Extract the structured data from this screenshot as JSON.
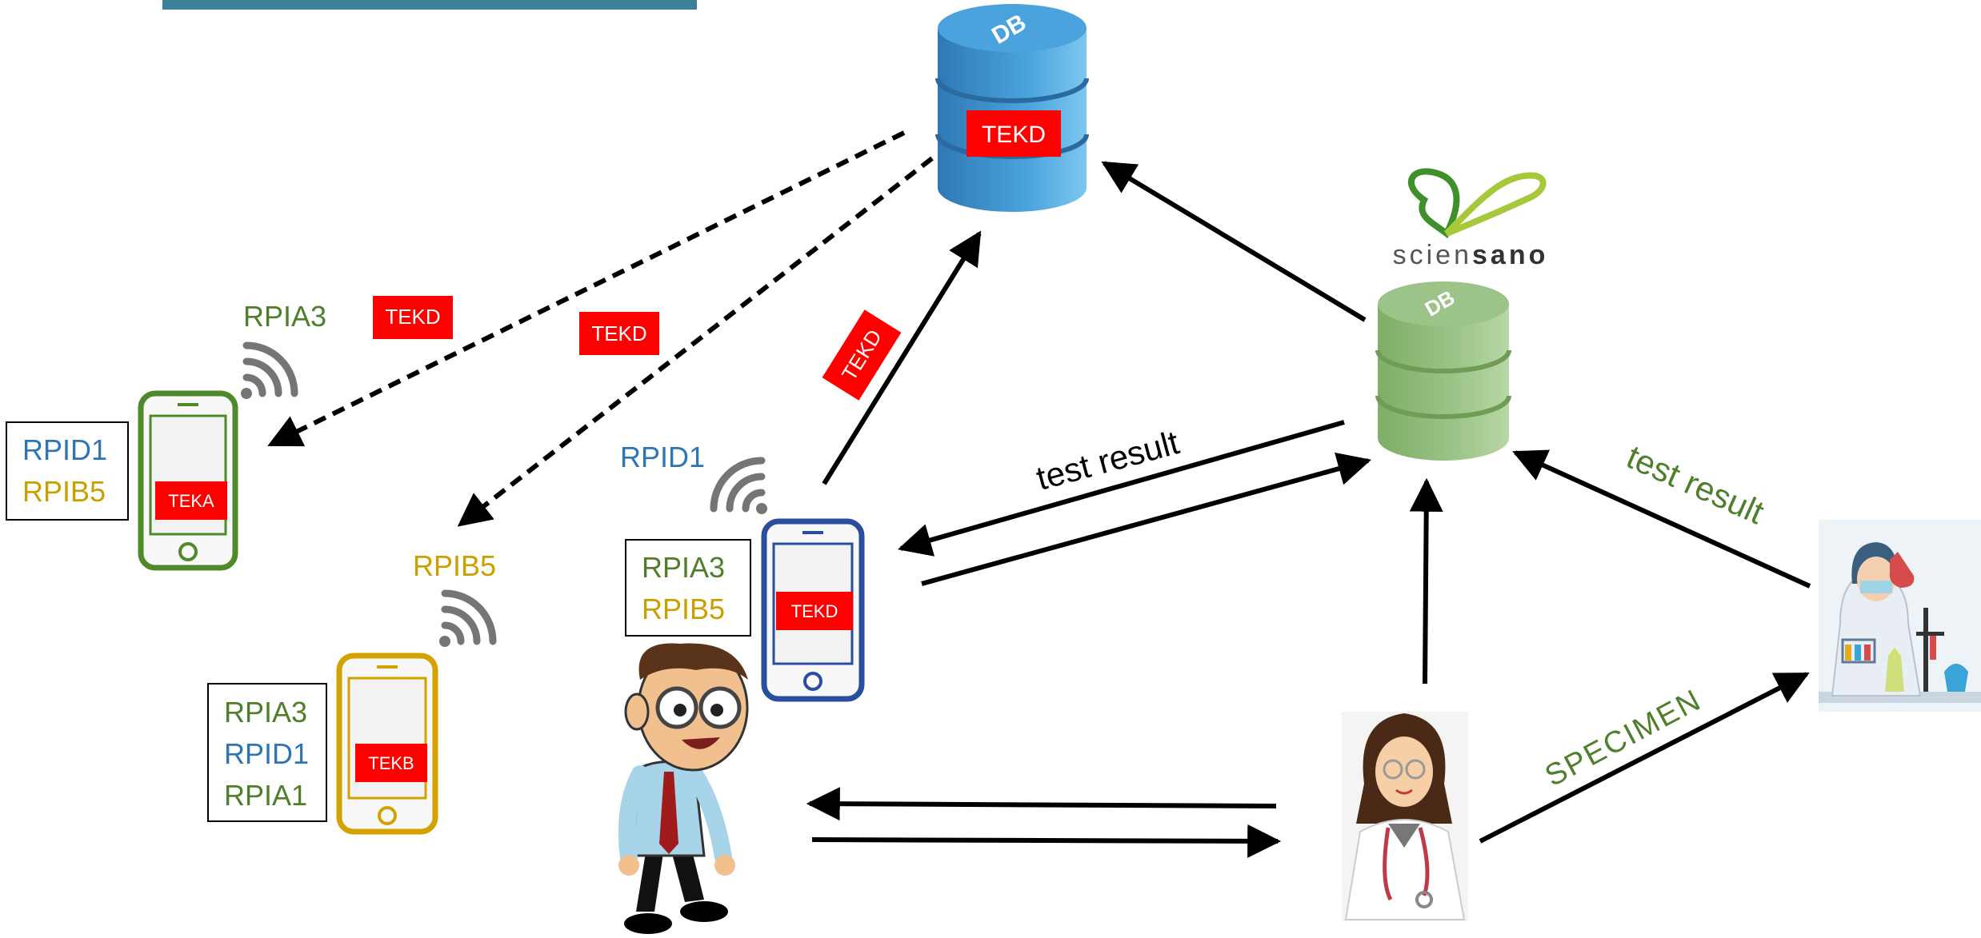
{
  "colors": {
    "green": "#4f7f2a",
    "blue": "#2e75b6",
    "gold": "#c9a000",
    "red": "#ff0000",
    "db_blue": "#3d8fc7",
    "db_green": "#8fb97a",
    "banner": "#3e7f9a"
  },
  "central_db": {
    "icon_label": "DB",
    "key_label": "TEKD"
  },
  "sciensano": {
    "logo_text_light": "scien",
    "logo_text_bold": "sano",
    "db_icon_label": "DB"
  },
  "phone_a": {
    "beacon_label": "RPIA3",
    "key_label": "TEKA",
    "received": [
      "RPID1",
      "RPIB5"
    ],
    "received_colors": [
      "#2e75b6",
      "#c9a000"
    ]
  },
  "phone_b": {
    "beacon_label": "RPIB5",
    "key_label": "TEKB",
    "received": [
      "RPIA3",
      "RPID1",
      "RPIA1"
    ],
    "received_colors": [
      "#4f7f2a",
      "#2e75b6",
      "#4f7f2a"
    ]
  },
  "phone_d": {
    "beacon_label": "RPID1",
    "key_label": "TEKD",
    "received": [
      "RPIA3",
      "RPIB5"
    ],
    "received_colors": [
      "#4f7f2a",
      "#c9a000"
    ]
  },
  "floating_keys": [
    "TEKD",
    "TEKD",
    "TEKD"
  ],
  "edge_labels": {
    "test_result_phone": "test result",
    "test_result_lab": "test result",
    "specimen": "SPECIMEN"
  }
}
